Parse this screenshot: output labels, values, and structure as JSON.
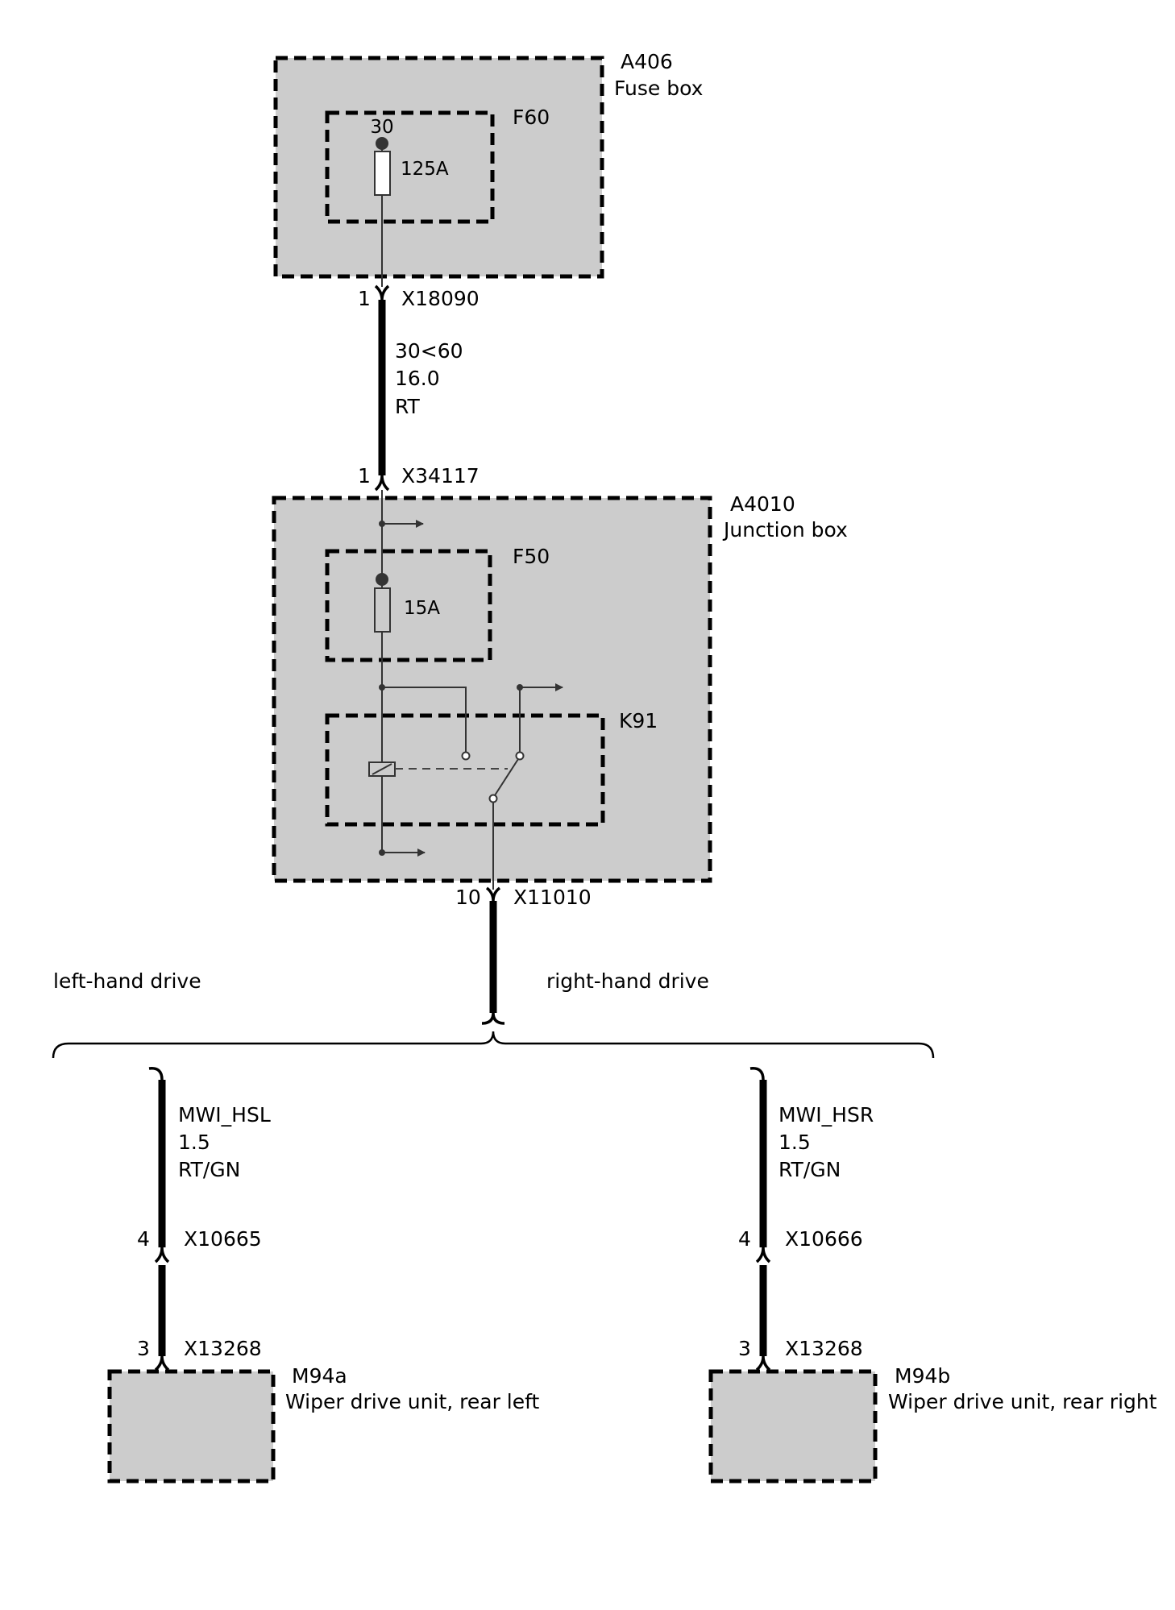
{
  "fuse_box": {
    "id": "A406",
    "name": "Fuse box",
    "fuse": {
      "id": "F60",
      "terminal": "30",
      "rating": "125A"
    }
  },
  "wire_1": {
    "start_pin": "1",
    "start_connector": "X18090",
    "label_line1": "30<60",
    "label_line2": "16.0",
    "label_line3": "RT",
    "end_pin": "1",
    "end_connector": "X34117"
  },
  "junction_box": {
    "id": "A4010",
    "name": "Junction box",
    "fuse": {
      "id": "F50",
      "rating": "15A"
    },
    "relay": {
      "id": "K91"
    },
    "out_pin": "10",
    "out_connector": "X11010"
  },
  "variants": {
    "left_label": "left-hand drive",
    "right_label": "right-hand drive"
  },
  "left_branch": {
    "wire_name": "MWI_HSL",
    "wire_size": "1.5",
    "wire_color": "RT/GN",
    "pin_a": "4",
    "connector_a": "X10665",
    "pin_b": "3",
    "connector_b": "X13268",
    "component_id": "M94a",
    "component_name": "Wiper drive unit, rear left"
  },
  "right_branch": {
    "wire_name": "MWI_HSR",
    "wire_size": "1.5",
    "wire_color": "RT/GN",
    "pin_a": "4",
    "connector_a": "X10666",
    "pin_b": "3",
    "connector_b": "X13268",
    "component_id": "M94b",
    "component_name": "Wiper drive unit, rear right"
  }
}
